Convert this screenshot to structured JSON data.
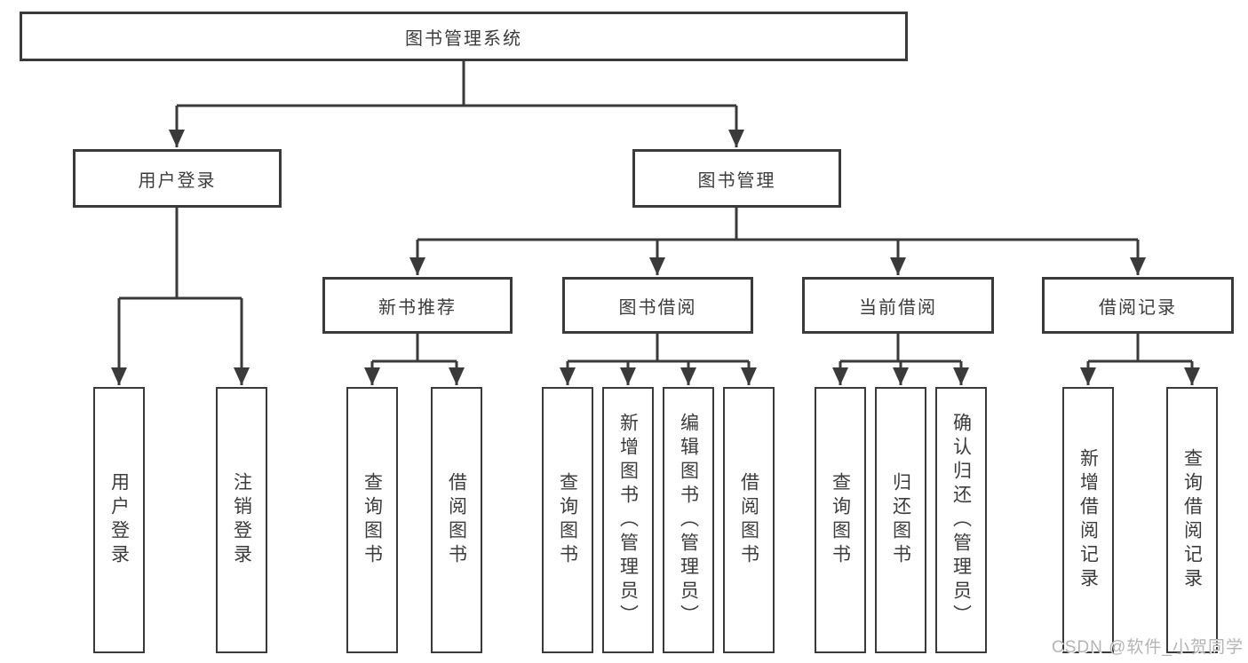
{
  "diagram": {
    "root": {
      "label": "图书管理系统"
    },
    "level2": [
      {
        "id": "user-login",
        "label": "用户登录"
      },
      {
        "id": "book-management",
        "label": "图书管理"
      }
    ],
    "level3": [
      {
        "id": "new-book-recommend",
        "label": "新书推荐"
      },
      {
        "id": "book-borrow",
        "label": "图书借阅"
      },
      {
        "id": "current-borrow",
        "label": "当前借阅"
      },
      {
        "id": "borrow-records",
        "label": "借阅记录"
      }
    ],
    "leaves": {
      "user_login": [
        {
          "label": "用户登录"
        },
        {
          "label": "注销登录"
        }
      ],
      "new_book_recommend": [
        {
          "label": "查询图书"
        },
        {
          "label": "借阅图书"
        }
      ],
      "book_borrow": [
        {
          "label": "查询图书"
        },
        {
          "label": "新增图书（管理员）"
        },
        {
          "label": "编辑图书（管理员）"
        },
        {
          "label": "借阅图书"
        }
      ],
      "current_borrow": [
        {
          "label": "查询图书"
        },
        {
          "label": "归还图书"
        },
        {
          "label": "确认归还（管理员）"
        }
      ],
      "borrow_records": [
        {
          "label": "新增借阅记录"
        },
        {
          "label": "查询借阅记录"
        }
      ]
    }
  },
  "watermark": {
    "text": "CSDN @软件_小贺同学"
  },
  "colors": {
    "line": "#3a3a3a",
    "text": "#3c3c3c",
    "box_background": "#ffffff",
    "page_background": "#ffffff",
    "watermark": "#b4b4b4"
  }
}
